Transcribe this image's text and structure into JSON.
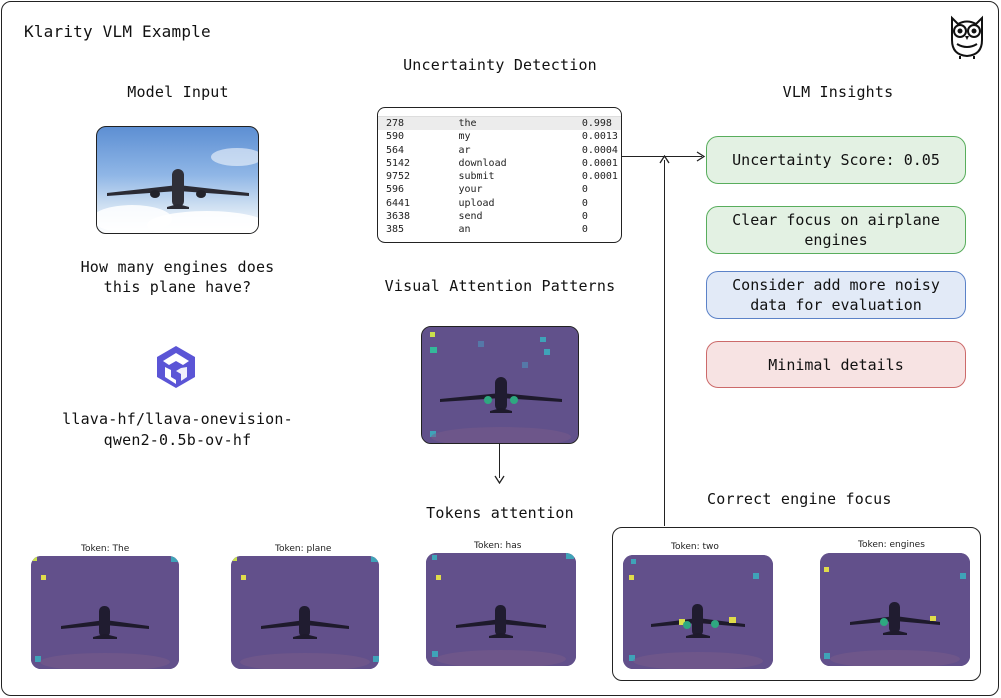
{
  "title": "Klarity VLM Example",
  "model_input": {
    "heading": "Model Input",
    "question_line1": "How many engines does",
    "question_line2": "this plane have?",
    "model_line1": "llava-hf/llava-onevision-",
    "model_line2": "qwen2-0.5b-ov-hf"
  },
  "uncertainty": {
    "heading": "Uncertainty Detection",
    "rows": [
      {
        "id": "278",
        "token": "the",
        "prob": "0.998"
      },
      {
        "id": "590",
        "token": "my",
        "prob": "0.0013"
      },
      {
        "id": "564",
        "token": "ar",
        "prob": "0.0004"
      },
      {
        "id": "5142",
        "token": "download",
        "prob": "0.0001"
      },
      {
        "id": "9752",
        "token": "submit",
        "prob": "0.0001"
      },
      {
        "id": "596",
        "token": "your",
        "prob": "0"
      },
      {
        "id": "6441",
        "token": "upload",
        "prob": "0"
      },
      {
        "id": "3638",
        "token": "send",
        "prob": "0"
      },
      {
        "id": "385",
        "token": "an",
        "prob": "0"
      }
    ]
  },
  "attention": {
    "heading": "Visual Attention Patterns",
    "tokens_heading": "Tokens attention",
    "correct_focus": "Correct engine focus",
    "tokens": [
      {
        "label": "Token: The"
      },
      {
        "label": "Token: plane"
      },
      {
        "label": "Token: has"
      },
      {
        "label": "Token: two"
      },
      {
        "label": "Token: engines"
      }
    ]
  },
  "insights": {
    "heading": "VLM Insights",
    "score": "Uncertainty Score: 0.05",
    "focus_line1": "Clear focus on airplane",
    "focus_line2": "engines",
    "consider_line1": "Consider add more noisy",
    "consider_line2": "data for evaluation",
    "minimal": "Minimal details"
  },
  "colors": {
    "green_fill": "#e3f1e3",
    "green_border": "#58ad5c",
    "blue_fill": "#e2eaf7",
    "blue_border": "#5b82c8",
    "red_fill": "#f7e3e3",
    "red_border": "#cc6a6a",
    "heat_base": "#5d4d86",
    "logo_purple": "#5b55d6"
  },
  "icons": [
    "owl-logo-icon",
    "model-logo-icon"
  ]
}
